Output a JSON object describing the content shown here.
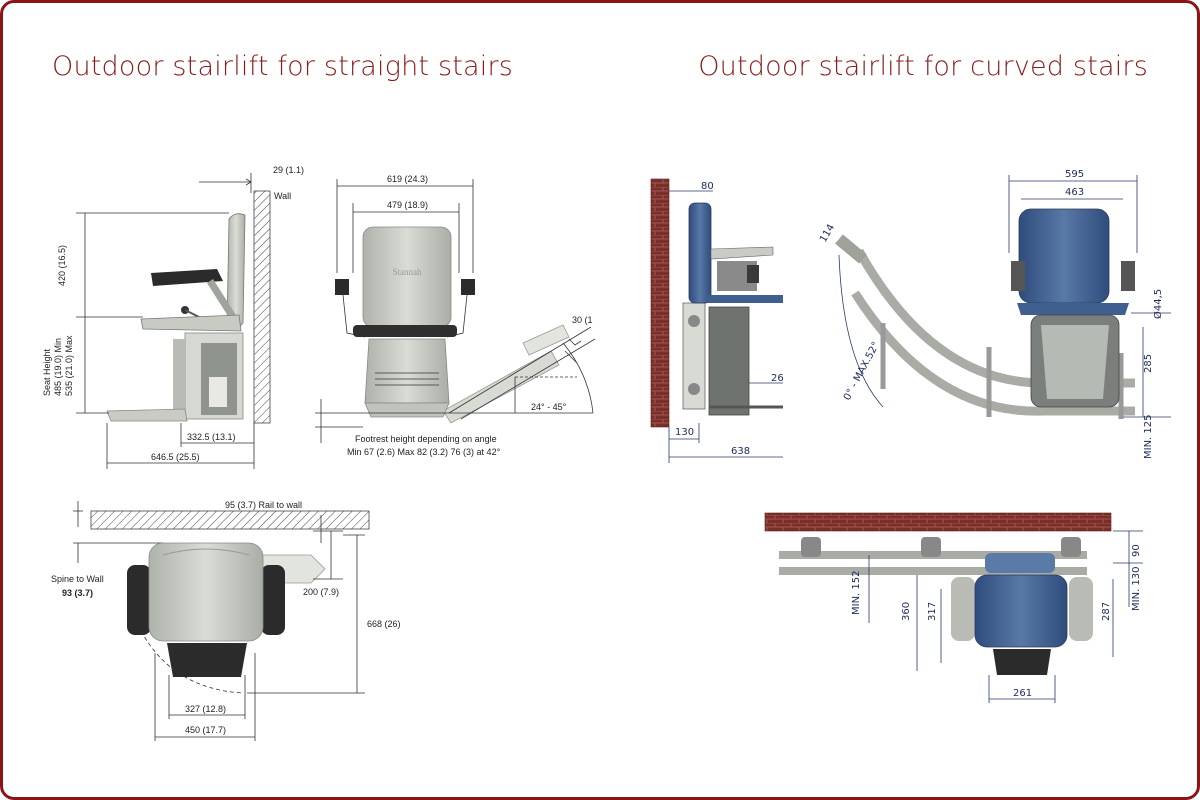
{
  "headings": {
    "straight": "Outdoor stairlift for straight stairs",
    "curved": "Outdoor stairlift for curved stairs"
  },
  "colors": {
    "frame": "#8b1515",
    "heading": "#8b1a1a",
    "chair_grey": "#c9cdc5",
    "seat_blue": "#3f5f8f",
    "brick": "#7a2e2a"
  },
  "straight_side": {
    "gap_top": "29 (1.1)",
    "wall": "Wall",
    "back_height": "420 (16.5)",
    "seat_height_1": "Seat Height",
    "seat_height_2": "485 (19.0) Min",
    "seat_height_3": "535 (21.0) Max",
    "depth_inner": "332.5 (13.1)",
    "depth_total": "646.5 (25.5)"
  },
  "straight_front": {
    "width_outer": "619 (24.3)",
    "width_inner": "479 (18.9)",
    "brand": "Stannah",
    "rail_gap": "30 (1",
    "angle": "24° - 45°",
    "footrest_1": "Footrest height depending on angle",
    "footrest_2": "Min 67 (2.6)  Max 82 (3.2)  76 (3) at 42°"
  },
  "straight_top": {
    "rail_to_wall": "95 (3.7) Rail to wall",
    "spine_label": "Spine to Wall",
    "spine_value": "93 (3.7)",
    "rail_depth": "200 (7.9)",
    "total_depth": "668 (26)",
    "inner_width": "327 (12.8)",
    "outer_width": "450 (17.7)"
  },
  "curved_side": {
    "d80": "80",
    "d26": "26",
    "d130": "130",
    "d638": "638"
  },
  "curved_front": {
    "d595": "595",
    "d463": "463",
    "d114": "114",
    "angle": "0° - MAX.52°",
    "tube": "Ø44,5",
    "d285": "285",
    "min125": "MIN. 125"
  },
  "curved_top": {
    "d90": "90",
    "min152": "MIN. 152",
    "min130": "MIN. 130",
    "d360": "360",
    "d317": "317",
    "d287": "287",
    "d261": "261"
  }
}
